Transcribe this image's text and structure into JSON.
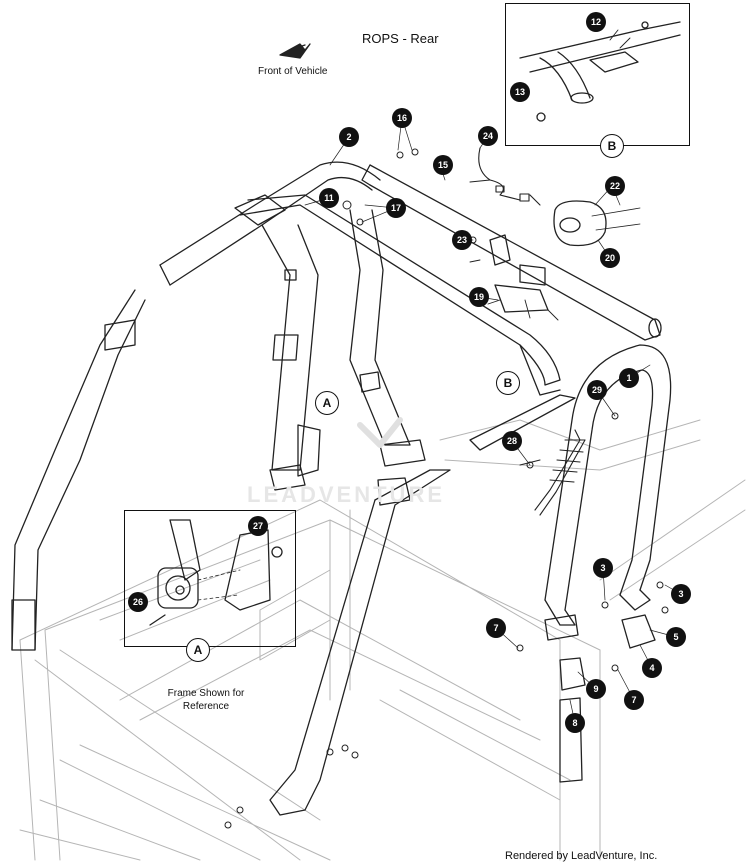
{
  "title": "ROPS - Rear",
  "front_label": "Front of Vehicle",
  "frame_label": "Frame Shown for Reference",
  "footer": "Rendered by LeadVenture, Inc.",
  "watermark": "LEADVENTURE",
  "detail_labels": {
    "a": "A",
    "b": "B"
  },
  "callouts": [
    {
      "id": "c-1",
      "label": "1"
    },
    {
      "id": "c-2",
      "label": "2"
    },
    {
      "id": "c-3a",
      "label": "3"
    },
    {
      "id": "c-3b",
      "label": "3"
    },
    {
      "id": "c-4",
      "label": "4"
    },
    {
      "id": "c-5",
      "label": "5"
    },
    {
      "id": "c-7a",
      "label": "7"
    },
    {
      "id": "c-7b",
      "label": "7"
    },
    {
      "id": "c-8",
      "label": "8"
    },
    {
      "id": "c-9",
      "label": "9"
    },
    {
      "id": "c-11",
      "label": "11"
    },
    {
      "id": "c-12",
      "label": "12"
    },
    {
      "id": "c-13",
      "label": "13"
    },
    {
      "id": "c-15",
      "label": "15"
    },
    {
      "id": "c-16",
      "label": "16"
    },
    {
      "id": "c-17",
      "label": "17"
    },
    {
      "id": "c-19",
      "label": "19"
    },
    {
      "id": "c-20",
      "label": "20"
    },
    {
      "id": "c-22",
      "label": "22"
    },
    {
      "id": "c-23",
      "label": "23"
    },
    {
      "id": "c-24",
      "label": "24"
    },
    {
      "id": "c-26",
      "label": "26"
    },
    {
      "id": "c-27",
      "label": "27"
    },
    {
      "id": "c-28",
      "label": "28"
    },
    {
      "id": "c-29",
      "label": "29"
    }
  ]
}
